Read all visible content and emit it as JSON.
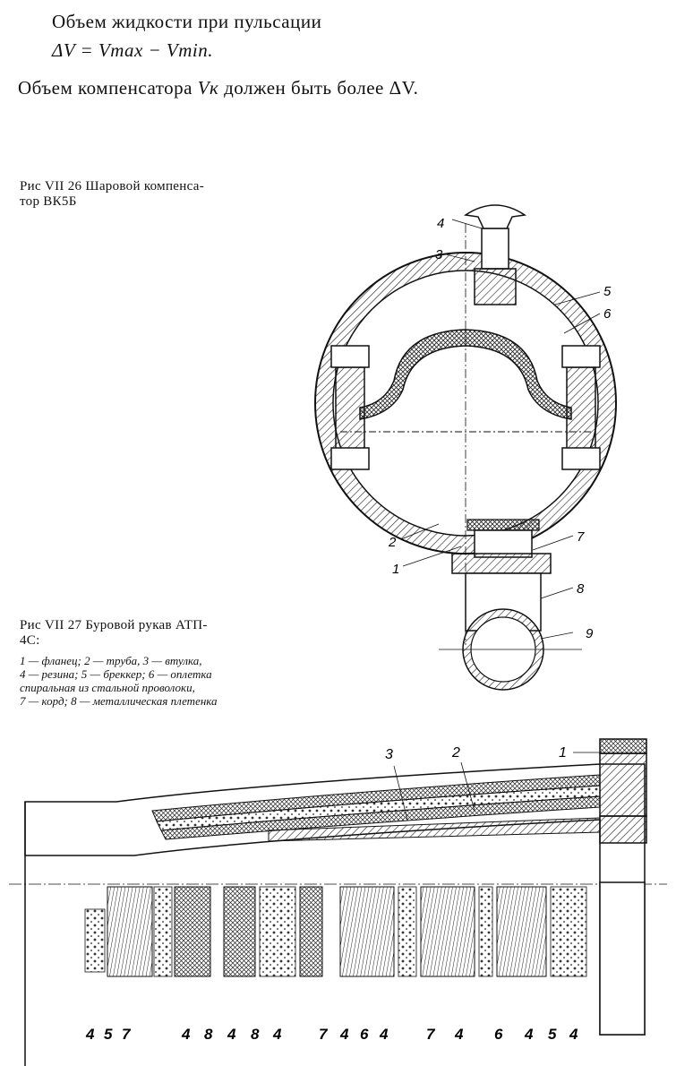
{
  "text": {
    "line1": "Объем жидкости при пульсации",
    "formula": "ΔV = Vmax − Vmin.",
    "line3_prefix": "Объем компенсатора",
    "line3_var": "Vк",
    "line3_suffix": "должен быть более ΔV."
  },
  "fig26": {
    "caption_line1": "Рис  VII 26  Шаровой  компенса-",
    "caption_line2": "тор ВК5Б",
    "labels": [
      "4",
      "3",
      "5",
      "6",
      "2",
      "1",
      "7",
      "8",
      "9"
    ]
  },
  "fig27": {
    "caption_line1": "Рис  VII 27  Буровой  рукав  АТП-",
    "caption_line2": "4С:",
    "legend_line1": "1 — фланец;   2 — труба,   3 — втулка,",
    "legend_line2": "4 — резина;   5 — бреккер;  6 — оплетка",
    "legend_line3": "спиральная  из  стальной  проволоки,",
    "legend_line4": "7 — корд;  8 — металлическая  плетенка",
    "top_labels": [
      "3",
      "2",
      "1"
    ],
    "bottom_labels": [
      "4",
      "5",
      "7",
      "4",
      "8",
      "4",
      "8",
      "4",
      "7",
      "4",
      "6",
      "4",
      "7",
      "4",
      "6",
      "4",
      "5",
      "4"
    ]
  }
}
